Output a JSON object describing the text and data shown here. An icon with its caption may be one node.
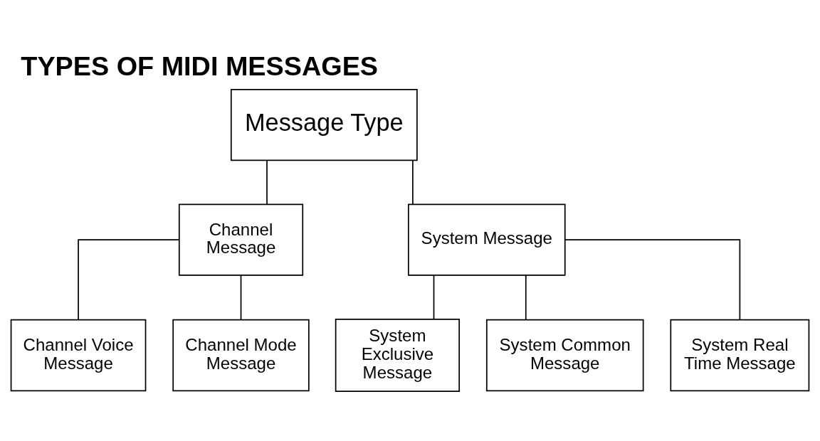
{
  "diagram": {
    "title": "TYPES OF MIDI MESSAGES",
    "nodes": [
      {
        "text": [
          "Message Type"
        ]
      },
      {
        "text": [
          "Channel Message"
        ]
      },
      {
        "text": [
          "System Message"
        ]
      },
      {
        "text": [
          "Channel Voice Message"
        ]
      },
      {
        "text": [
          "Channel Mode Message"
        ]
      },
      {
        "text": [
          "System Exclusive Message"
        ]
      },
      {
        "text": [
          "System Common Message"
        ]
      },
      {
        "text": [
          "System Real Time Message"
        ]
      }
    ],
    "edges": [
      {
        "from": 0,
        "to": 1,
        "arrow": "none"
      },
      {
        "from": 0,
        "to": 2,
        "arrow": "none"
      },
      {
        "from": 1,
        "to": 3,
        "arrow": "none"
      },
      {
        "from": 1,
        "to": 4,
        "arrow": "none"
      },
      {
        "from": 2,
        "to": 5,
        "arrow": "none"
      },
      {
        "from": 2,
        "to": 6,
        "arrow": "none"
      },
      {
        "from": 2,
        "to": 7,
        "arrow": "none"
      }
    ]
  }
}
